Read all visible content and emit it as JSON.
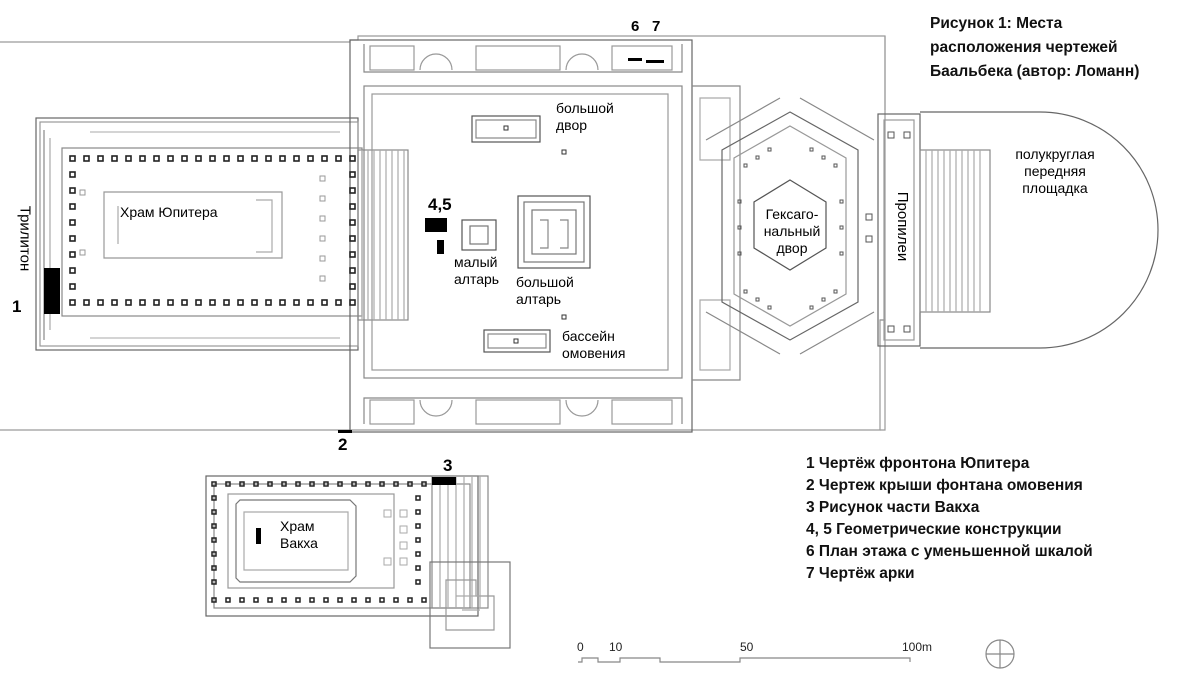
{
  "figure": {
    "caption": [
      "Рисунок 1: Места",
      "расположения чертежей",
      "Баальбека (автор: Ломанн)"
    ]
  },
  "labels": {
    "jupiter_temple": "Храм Юпитера",
    "trilithon": "Трилитон",
    "great_court": [
      "большой",
      "двор"
    ],
    "small_altar": [
      "малый",
      "алтарь"
    ],
    "great_altar": [
      "большой",
      "алтарь"
    ],
    "ablution_basin": [
      "бассейн",
      "омовения"
    ],
    "hexagonal_court": [
      "Гексаго-",
      "нальный",
      "двор"
    ],
    "propylaea": "Пропилеи",
    "forecourt": [
      "полукруглая",
      "передняя",
      "площадка"
    ],
    "bacchus_temple": [
      "Храм",
      "Вакха"
    ]
  },
  "markers": {
    "m1": "1",
    "m2": "2",
    "m3": "3",
    "m45": "4,5",
    "m6": "6",
    "m7": "7"
  },
  "legend": [
    "1 Чертёж фронтона Юпитера",
    "2 Чертеж крыши фонтана омовения",
    "3 Рисунок  части Вакха",
    "4, 5 Геометрические конструкции",
    "6 План этажа с уменьшенной шкалой",
    "7 Чертёж  арки"
  ],
  "scale": {
    "ticks": [
      "0",
      "10",
      "50",
      "100m"
    ]
  },
  "colors": {
    "ink": "#000000",
    "line": "#6e6e6e",
    "light_line": "#a8a8a8"
  }
}
